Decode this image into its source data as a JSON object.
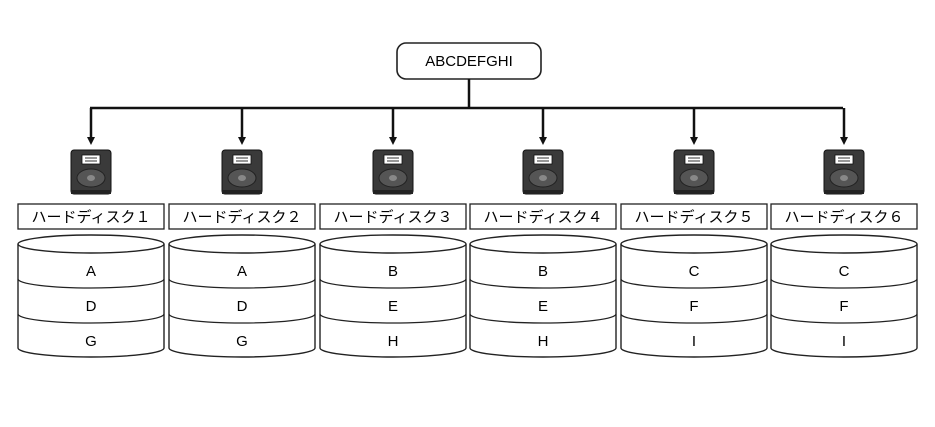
{
  "source": {
    "label": "ABCDEFGHI"
  },
  "disks": [
    {
      "label": "ハードディスク１",
      "blocks": [
        "A",
        "D",
        "G"
      ]
    },
    {
      "label": "ハードディスク２",
      "blocks": [
        "A",
        "D",
        "G"
      ]
    },
    {
      "label": "ハードディスク３",
      "blocks": [
        "B",
        "E",
        "H"
      ]
    },
    {
      "label": "ハードディスク４",
      "blocks": [
        "B",
        "E",
        "H"
      ]
    },
    {
      "label": "ハードディスク５",
      "blocks": [
        "C",
        "F",
        "I"
      ]
    },
    {
      "label": "ハードディスク６",
      "blocks": [
        "C",
        "F",
        "I"
      ]
    }
  ],
  "icons": {
    "disk": "hard-drive-icon"
  },
  "colors": {
    "line": "#111111",
    "drive_body": "#3a3a3a",
    "drive_label": "#ffffff",
    "background": "#ffffff"
  }
}
